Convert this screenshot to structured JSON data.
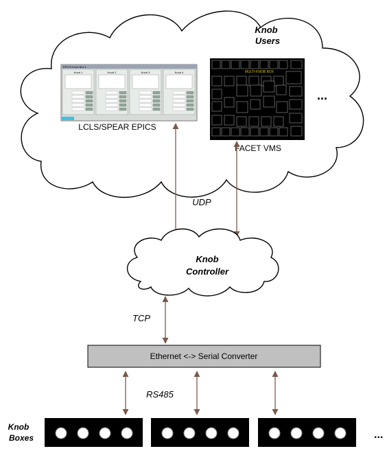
{
  "users_cloud": {
    "title_line1": "Knob",
    "title_line2": "Users"
  },
  "epics_panel": {
    "label": "LCLS/SPEAR EPICS",
    "window_title": "EPICS Knob Box 1",
    "column_headers": [
      "Knob 1",
      "Knob 2",
      "Knob 3",
      "Knob 4"
    ]
  },
  "vms_panel": {
    "label": "FACET VMS",
    "header_text": "MULTI-KNOB BOX"
  },
  "more_users_ellipsis": "...",
  "udp_label": "UDP",
  "controller_cloud": {
    "title_line1": "Knob",
    "title_line2": "Controller"
  },
  "tcp_label": "TCP",
  "converter": {
    "label": "Ethernet <-> Serial Converter",
    "fill_color": "#c0c0c0"
  },
  "rs485_label": "RS485",
  "knob_boxes": {
    "label_line1": "Knob",
    "label_line2": "Boxes",
    "count_shown": 3,
    "knobs_per_box": 4,
    "more_ellipsis": "..."
  },
  "colors": {
    "arrow": "#7a5a4a",
    "box_fill": "#000000",
    "knob_fill": "#ffffff"
  }
}
